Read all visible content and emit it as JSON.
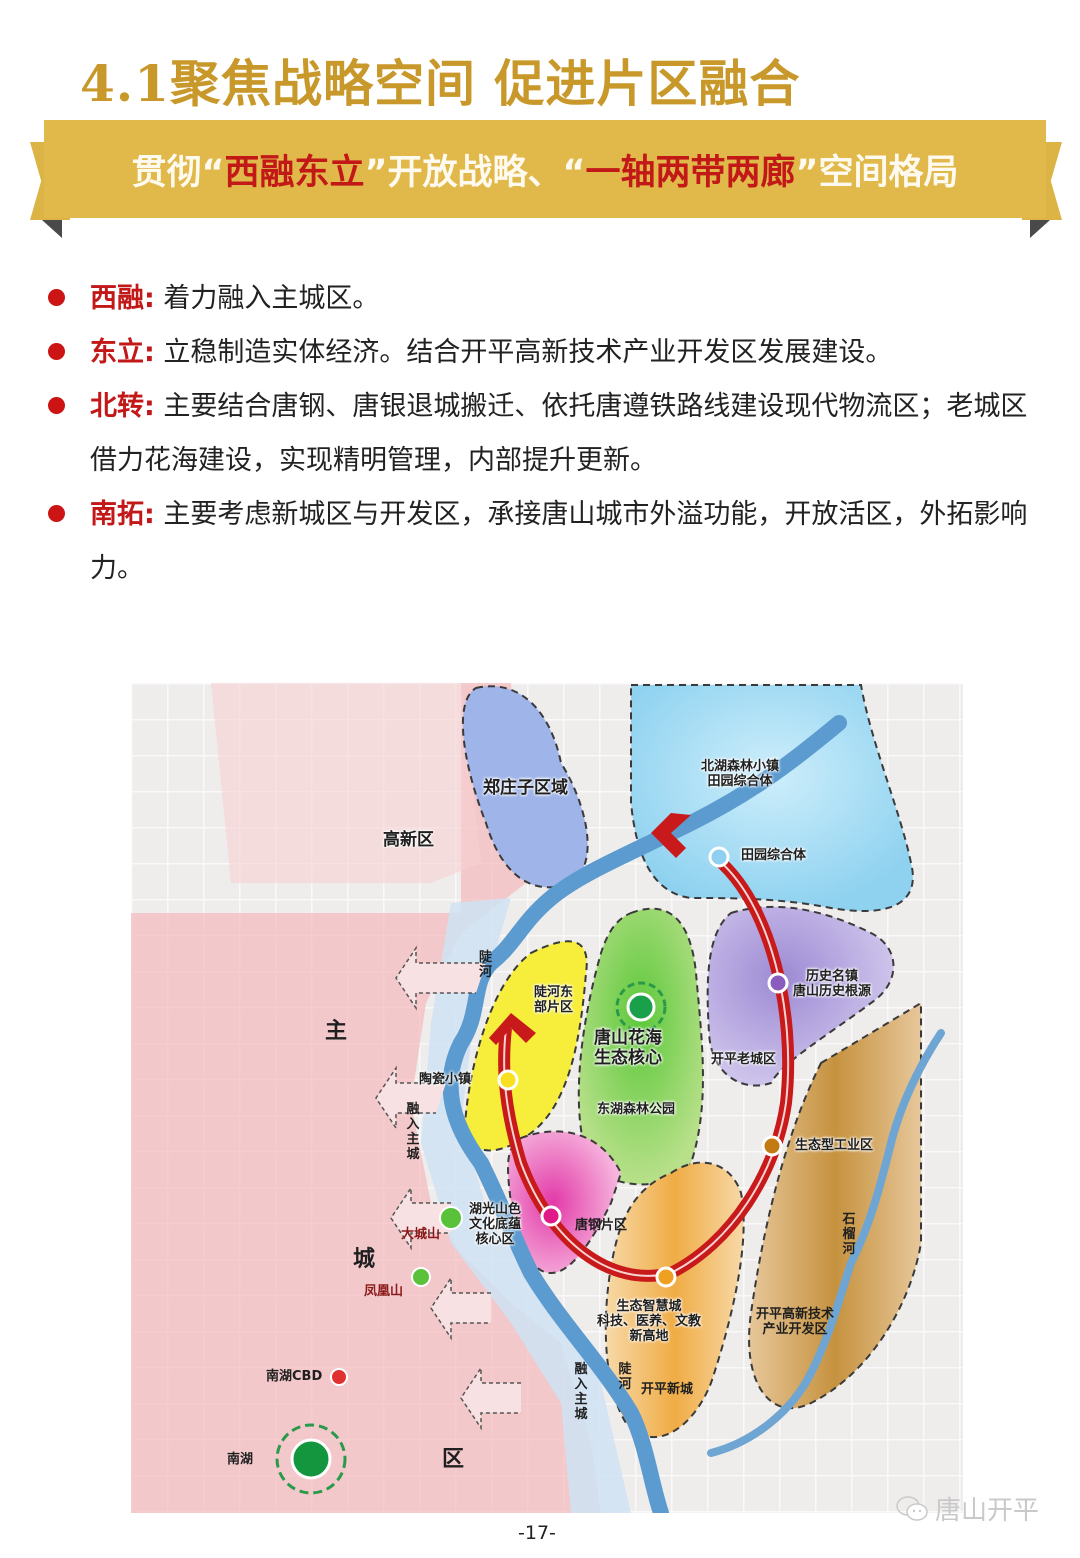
{
  "page": {
    "title": "4.1聚焦战略空间 促进片区融合",
    "banner": {
      "parts": [
        "贯彻“",
        "西融东立",
        "”开放战略、“",
        "一轴两带两廊",
        "”空间格局"
      ],
      "highlight_color": "#c21818",
      "background_color": "#e0b94a"
    },
    "bullets": [
      {
        "key": "西融:",
        "text": "着力融入主城区。"
      },
      {
        "key": "东立:",
        "text": "立稳制造实体经济。结合开平高新技术产业开发区发展建设。"
      },
      {
        "key": "北转:",
        "text": "主要结合唐钢、唐银退城搬迁、依托唐遵铁路线建设现代物流区；老城区借力花海建设，实现精明管理，内部提升更新。"
      },
      {
        "key": "南拓:",
        "text": "主要考虑新城区与开发区，承接唐山城市外溢功能，开放活区，外拓影响力。"
      }
    ],
    "page_number": "-17-",
    "watermark": "唐山开平"
  },
  "map": {
    "labels": {
      "zhengzhuangzi": "郑庄子区域",
      "gaoxin": "高新区",
      "beihu_1": "北湖森林小镇",
      "beihu_2": "田园综合体",
      "tianyuan": "田园综合体",
      "douhe_east_1": "陡河东",
      "douhe_east_2": "部片区",
      "douhe_1": "陡",
      "douhe_2": "河",
      "flower_sea_1": "唐山花海",
      "flower_sea_2": "生态核心",
      "donghu": "东湖森林公园",
      "history_1": "历史名镇",
      "history_2": "唐山历史根源",
      "old_city": "开平老城区",
      "eco_industry": "生态型工业区",
      "taoci": "陶瓷小镇",
      "rongru_1": "融入主城",
      "rongru_2": "融入主城",
      "douhe_south": "陡河",
      "huguang_1": "湖光山色",
      "huguang_2": "文化底蕴",
      "huguang_3": "核心区",
      "tanggang": "唐钢片区",
      "smart_1": "生态智慧城",
      "smart_2": "科技、医养、文教",
      "smart_3": "新高地",
      "new_city": "开平新城",
      "hitech_1": "开平高新技术",
      "hitech_2": "产业开发区",
      "shiyu": "石榴河",
      "main_1": "主",
      "main_2": "城",
      "main_3": "区",
      "dachengshan": "大城山",
      "fenghuangshan": "凤凰山",
      "nanhu_cbd": "南湖CBD",
      "nanhu": "南湖"
    },
    "colors": {
      "main_city": "#f4c6c8",
      "zhengzhuangzi": "#9fb4e8",
      "beihu": "#a9dcf3",
      "douhe_east": "#f6ee3a",
      "flower_sea": "#9ed65a",
      "history": "#b8a8e0",
      "tanggang": "#e64fb2",
      "smart_city": "#f0b15a",
      "hitech": "#c79a4e",
      "river": "#5b9bd0",
      "axis": "#c81a1a"
    }
  }
}
